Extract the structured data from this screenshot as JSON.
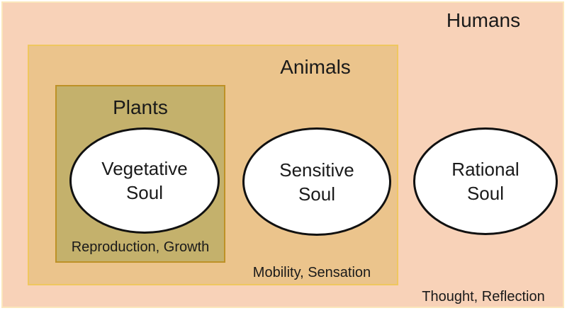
{
  "diagram": {
    "humans": {
      "label": "Humans",
      "caption": "Thought, Reflection",
      "fill": "#f8d2b8",
      "border": "#fbe7bc"
    },
    "animals": {
      "label": "Animals",
      "caption": "Mobility, Sensation",
      "fill": "#ebc48c",
      "border": "#efc75f"
    },
    "plants": {
      "label": "Plants",
      "caption": "Reproduction, Growth",
      "fill": "#c4b16c",
      "border": "#bd9127"
    },
    "souls": [
      {
        "line1": "Vegetative",
        "line2": "Soul"
      },
      {
        "line1": "Sensitive",
        "line2": "Soul"
      },
      {
        "line1": "Rational",
        "line2": "Soul"
      }
    ],
    "ellipse_fill": "#ffffff",
    "ellipse_border": "#111111",
    "text_color": "#1a1a1a"
  }
}
